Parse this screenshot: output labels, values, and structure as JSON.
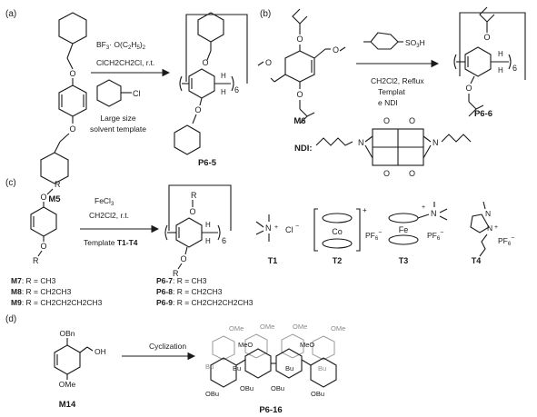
{
  "panels": {
    "a": {
      "tag": "(a)",
      "reactant": "M5",
      "reagent_line1": "BF",
      "reagent_line1_sub": "3",
      "reagent_line1_rest": "· O(C",
      "reagent_line1_sub2": "2",
      "reagent_line1_rest2": "H",
      "reagent_line1_sub3": "5",
      "reagent_line1_end": ")",
      "reagent_line1_sub4": "2",
      "reagent_line2": "ClCH2CH2Cl, r.t.",
      "template_atom": "Cl",
      "template_note_1": "Large size",
      "template_note_2": "solvent template",
      "product": "P6-5",
      "repeat": "6"
    },
    "b": {
      "tag": "(b)",
      "reactant": "M6",
      "acid_group": "SO",
      "acid_sub": "3",
      "acid_end": "H",
      "conditions_1": "CH2Cl2, Reflux",
      "conditions_2": "Templat",
      "conditions_3": "e NDI",
      "product": "P6-6",
      "repeat": "6",
      "ndi_label": "NDI:",
      "ndi_atom_n1": "N",
      "ndi_atom_n2": "N",
      "ndi_atom_o": "O"
    },
    "c": {
      "tag": "(c)",
      "reagent_1": "FeCl",
      "reagent_1_sub": "3",
      "reagent_2": "CH2Cl2, r.t.",
      "template_prefix": "Template ",
      "template_bold": "T1-T4",
      "sub_r": "R",
      "repeat": "6",
      "monomers": [
        {
          "code": "M7",
          "r": ": R = CH3"
        },
        {
          "code": "M8",
          "r": ": R = CH2CH3"
        },
        {
          "code": "M9",
          "r": ": R = CH2CH2CH2CH3"
        }
      ],
      "products": [
        {
          "code": "P6-7",
          "r": ": R = CH3"
        },
        {
          "code": "P6-8",
          "r": ": R = CH2CH3"
        },
        {
          "code": "P6-9",
          "r": ": R = CH2CH2CH2CH3"
        }
      ],
      "templates": {
        "t1": {
          "label": "T1",
          "atom": "N",
          "charge": "+",
          "anion": "Cl",
          "anion_charge": "−"
        },
        "t2": {
          "label": "T2",
          "metal": "Co",
          "charge": "+",
          "anion": "PF",
          "anion_sub": "6",
          "anion_charge": "−"
        },
        "t3": {
          "label": "T3",
          "metal": "Fe",
          "atom": "N",
          "charge": "+",
          "anion": "PF",
          "anion_sub": "6",
          "anion_charge": "−"
        },
        "t4": {
          "label": "T4",
          "atom_n1": "N",
          "atom_n2": "N",
          "charge": "+",
          "anion": "PF",
          "anion_sub": "6",
          "anion_charge": "−"
        }
      }
    },
    "d": {
      "tag": "(d)",
      "reactant": "M14",
      "group_obn": "OBn",
      "group_oh": "OH",
      "group_ome": "OMe",
      "arrow_label": "Cyclization",
      "product": "P6-16",
      "product_groups": {
        "ome": "OMe",
        "meo": "MeO",
        "bu": "Bu",
        "obu": "OBu"
      }
    }
  }
}
